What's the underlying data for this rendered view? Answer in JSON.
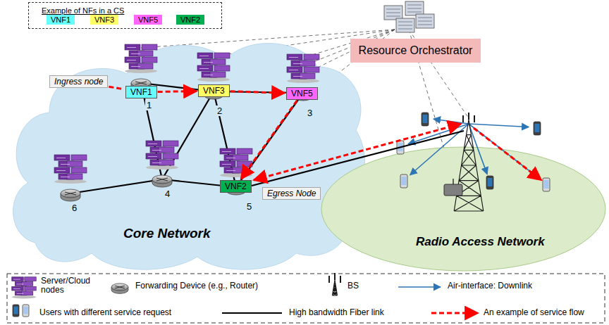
{
  "diagram": {
    "nodes": [
      {
        "text": [
          "Example of NFs in a CS"
        ]
      },
      {
        "text": [
          "VNF1"
        ],
        "in": 0
      },
      {
        "text": [
          "VNF3"
        ],
        "in": 0
      },
      {
        "text": [
          "VNF5"
        ],
        "in": 0
      },
      {
        "text": [
          "VNF2"
        ],
        "in": 0
      },
      {
        "text": [
          "Resource Orchestrator"
        ]
      },
      {
        "text": [
          "Core Network"
        ]
      },
      {
        "text": [
          "Ingress node"
        ],
        "in": 6
      },
      {
        "text": [
          "VNF1"
        ],
        "in": 6
      },
      {
        "text": [
          "VNF3"
        ],
        "in": 6
      },
      {
        "text": [
          "VNF5"
        ],
        "in": 6
      },
      {
        "text": [
          "VNF2"
        ],
        "in": 6
      },
      {
        "text": [
          "Egress Node"
        ],
        "in": 6
      },
      {
        "text": [
          "Radio Access Network"
        ]
      }
    ],
    "edges": [
      {
        "from": 7,
        "to": 8,
        "arrow": "none"
      },
      {
        "from": 8,
        "to": 9,
        "arrow": "to"
      },
      {
        "from": 9,
        "to": 10,
        "arrow": "to"
      },
      {
        "from": 10,
        "to": 11,
        "arrow": "to"
      }
    ],
    "labels": [
      "1",
      "2",
      "3",
      "4",
      "5",
      "6"
    ],
    "legend": [
      {
        "text": "Server/Cloud nodes"
      },
      {
        "text": "Forwarding Device (e.g., Router)"
      },
      {
        "text": "BS"
      },
      {
        "text": "Air-interface: Downlink"
      },
      {
        "text": "Users with different service request"
      },
      {
        "text": "High bandwidth Fiber link"
      },
      {
        "text": "An example of service flow"
      }
    ]
  }
}
